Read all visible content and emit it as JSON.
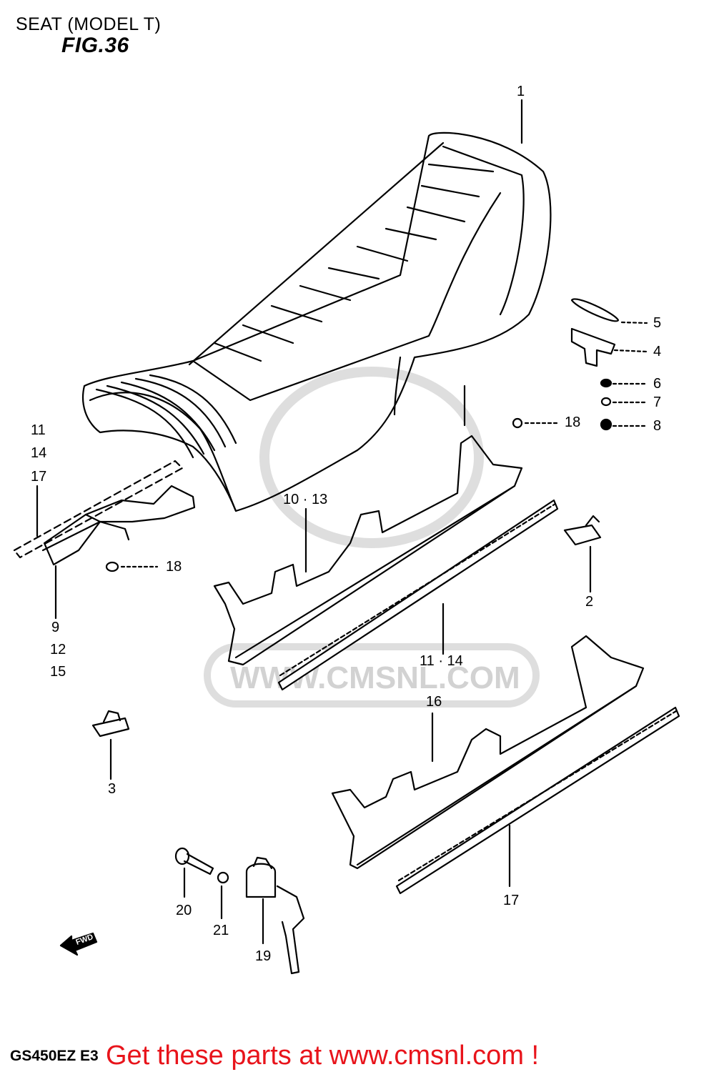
{
  "header": {
    "title": "SEAT (MODEL T)",
    "figure": "FIG.36"
  },
  "callouts": {
    "c1": "1",
    "c5": "5",
    "c4": "4",
    "c6": "6",
    "c7": "7",
    "c8": "8",
    "c18a": "18",
    "c18b": "18",
    "c11": "11",
    "c14": "14",
    "c17a": "17",
    "c10_13": "10 · 13",
    "c9": "9",
    "c12": "12",
    "c15": "15",
    "c2": "2",
    "c11_14": "11 · 14",
    "c16": "16",
    "c3": "3",
    "c17b": "17",
    "c20": "20",
    "c21": "21",
    "c19": "19"
  },
  "fwd_label": "FWD",
  "watermark": "WWW.CMSNL.COM",
  "footer": {
    "model_code": "GS450EZ E3",
    "cta": "Get these parts at www.cmsnl.com !"
  }
}
